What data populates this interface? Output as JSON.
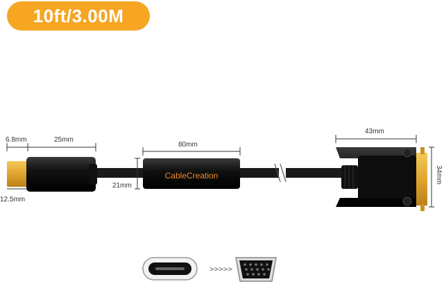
{
  "banner": {
    "length_label": "10ft/3.00M",
    "color": "#f6a623"
  },
  "dimensions": {
    "usb_c_tip_width": "6.8mm",
    "usb_c_body_length": "25mm",
    "usb_c_height": "12.5mm",
    "chip_box_length": "80mm",
    "chip_box_height": "21mm",
    "vga_body_length": "43mm",
    "vga_height": "34mm"
  },
  "brand": {
    "label": "CableCreation",
    "color": "#f08a24"
  },
  "icons": [
    "usb-c-port-icon",
    "arrow-icon",
    "vga-port-icon"
  ]
}
